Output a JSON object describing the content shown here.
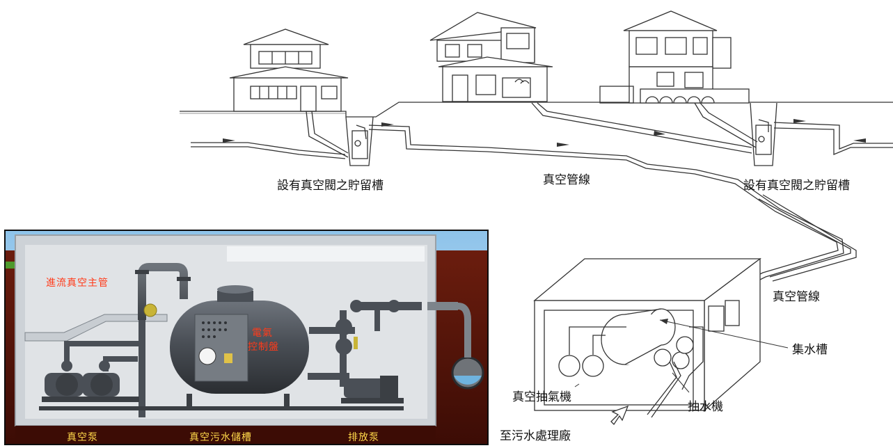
{
  "labels": {
    "tank_left": "設有真空閥之貯留槽",
    "vacuum_line_top": "真空管線",
    "tank_right": "設有真空閥之貯留槽",
    "vacuum_line_right": "真空管線",
    "collection_tank": "集水槽",
    "vacuum_pump_drawing": "真空抽氣機",
    "water_pump_drawing": "抽水機",
    "to_treatment": "至污水處理廠"
  },
  "photo": {
    "inflow_main": "進流真空主管",
    "control_panel_line1": "電氣",
    "control_panel_line2": "控制盤",
    "vacuum_pump": "真空泵",
    "sewage_tank": "真空污水儲槽",
    "discharge_pump": "排放泵"
  }
}
